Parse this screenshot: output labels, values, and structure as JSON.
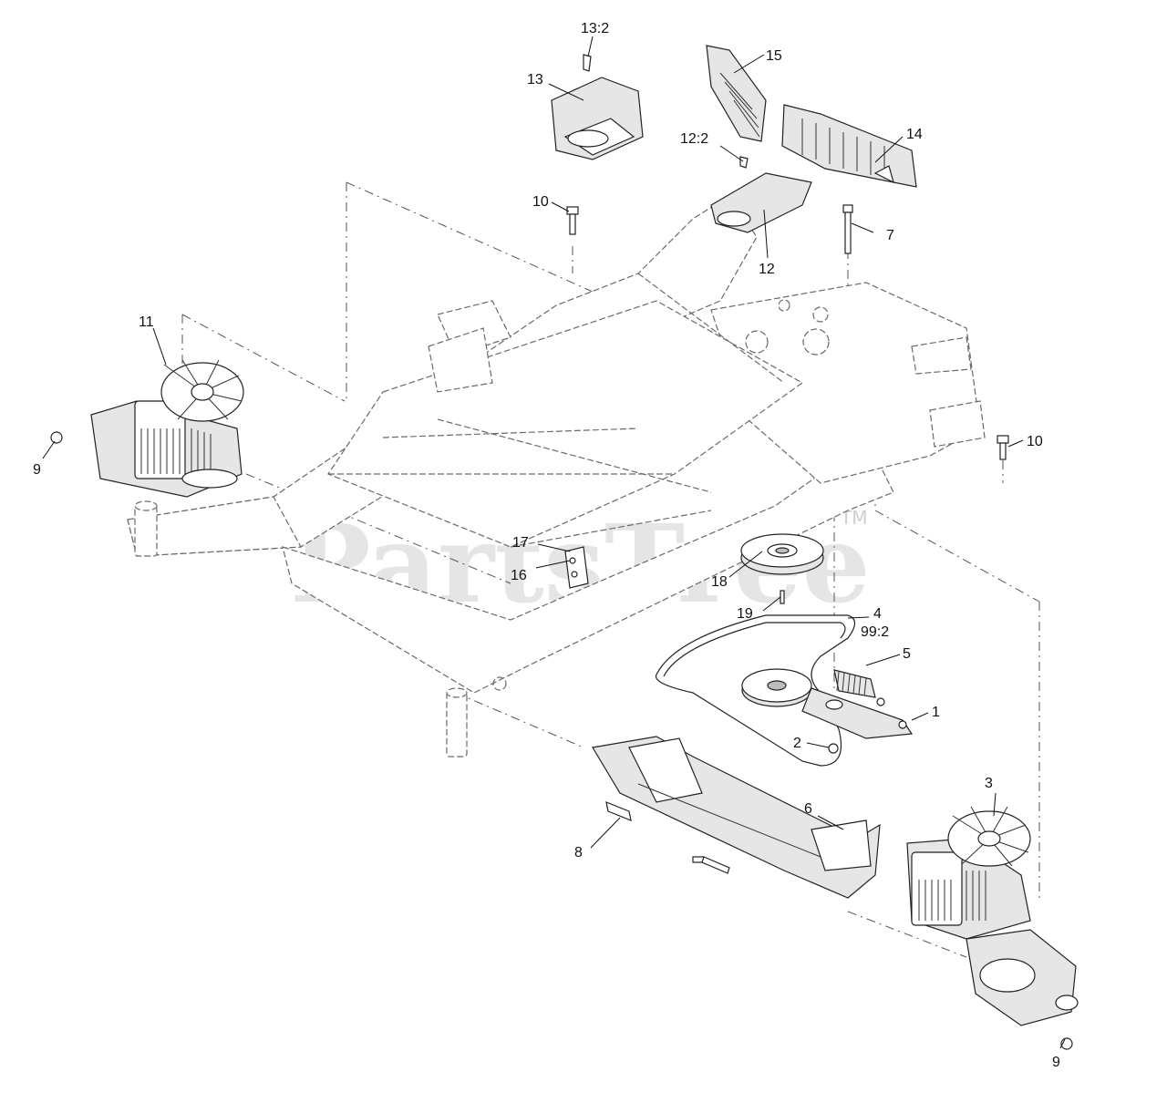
{
  "watermark": {
    "text": "PartsTree",
    "tm": "TM",
    "color": "#cfcfcf"
  },
  "callouts": [
    {
      "id": "13-2",
      "text": "13:2"
    },
    {
      "id": "13",
      "text": "13"
    },
    {
      "id": "15",
      "text": "15"
    },
    {
      "id": "12-2",
      "text": "12:2"
    },
    {
      "id": "14",
      "text": "14"
    },
    {
      "id": "10-top",
      "text": "10"
    },
    {
      "id": "7",
      "text": "7"
    },
    {
      "id": "12",
      "text": "12"
    },
    {
      "id": "11",
      "text": "11"
    },
    {
      "id": "9-left",
      "text": "9"
    },
    {
      "id": "10-right",
      "text": "10"
    },
    {
      "id": "17",
      "text": "17"
    },
    {
      "id": "16",
      "text": "16"
    },
    {
      "id": "18",
      "text": "18"
    },
    {
      "id": "19",
      "text": "19"
    },
    {
      "id": "4",
      "text": "4"
    },
    {
      "id": "99-2",
      "text": "99:2"
    },
    {
      "id": "5",
      "text": "5"
    },
    {
      "id": "1",
      "text": "1"
    },
    {
      "id": "2",
      "text": "2"
    },
    {
      "id": "3",
      "text": "3"
    },
    {
      "id": "6",
      "text": "6"
    },
    {
      "id": "8",
      "text": "8"
    },
    {
      "id": "9-bottom",
      "text": "9"
    }
  ]
}
